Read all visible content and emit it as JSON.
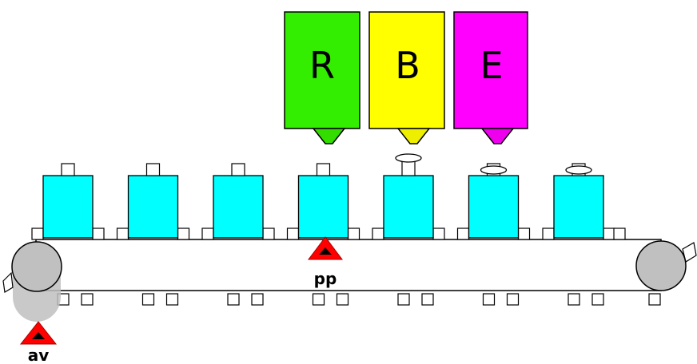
{
  "hoppers": [
    {
      "label": "R",
      "color": "#33ee00",
      "nozzle_color": "#33dd00"
    },
    {
      "label": "B",
      "color": "#ffff00",
      "nozzle_color": "#eeee00"
    },
    {
      "label": "E",
      "color": "#ff00ff",
      "nozzle_color": "#ee00ee"
    }
  ],
  "sensors": [
    {
      "id": "pp",
      "label": "pp"
    },
    {
      "id": "av",
      "label": "av"
    }
  ],
  "containers": [
    {
      "index": 1,
      "capped": false
    },
    {
      "index": 2,
      "capped": false
    },
    {
      "index": 3,
      "capped": false
    },
    {
      "index": 4,
      "capped": false
    },
    {
      "index": 5,
      "capped": true
    },
    {
      "index": 6,
      "capped": true
    },
    {
      "index": 7,
      "capped": true
    }
  ],
  "colors": {
    "container": "#00ffff",
    "belt": "#ffffff",
    "roller": "#c0c0c0",
    "sensor": "#ff0000",
    "outline": "#000000"
  }
}
